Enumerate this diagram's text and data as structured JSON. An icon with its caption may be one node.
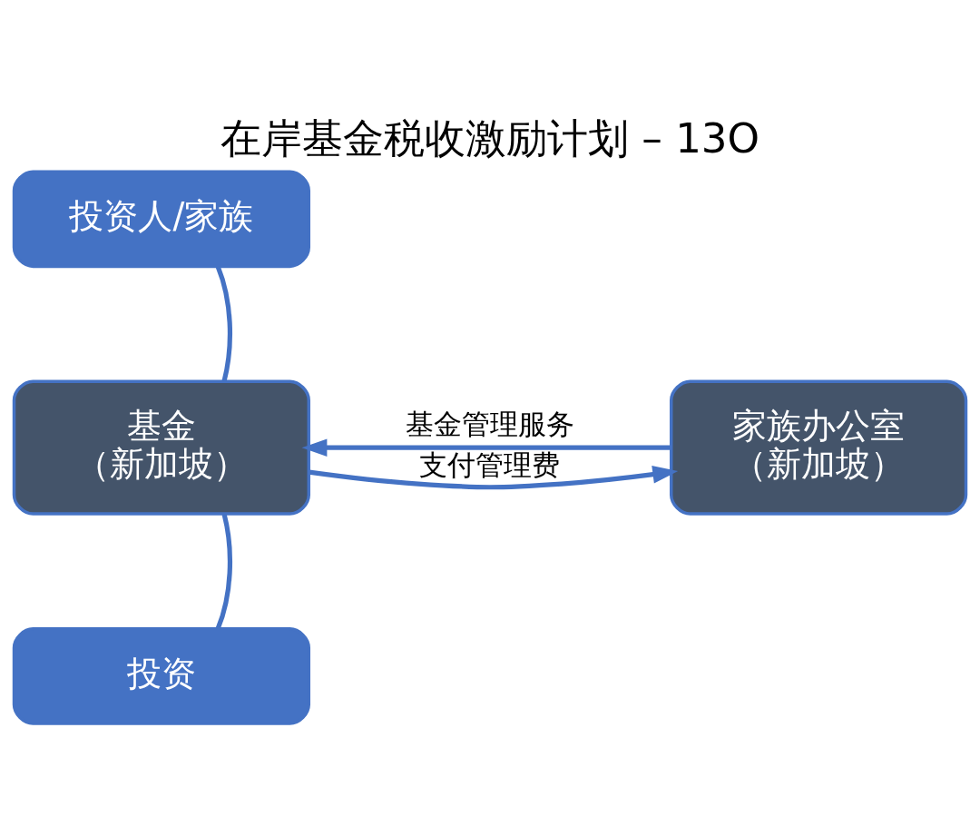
{
  "diagram": {
    "title": "在岸基金税收激励计划 – 13O",
    "nodes": [
      {
        "text": [
          "投资人/家族"
        ]
      },
      {
        "text": [
          "基金",
          "（新加坡）"
        ]
      },
      {
        "text": [
          "家族办公室",
          "（新加坡）"
        ]
      },
      {
        "text": [
          "投资"
        ]
      }
    ],
    "edges": [
      {
        "from": 0,
        "to": 1,
        "arrow": "none"
      },
      {
        "from": 1,
        "to": 2,
        "arrow": "to",
        "label": "支付管理费"
      },
      {
        "from": 2,
        "to": 1,
        "arrow": "to",
        "label": "基金管理服务"
      },
      {
        "from": 3,
        "to": 1,
        "arrow": "none"
      }
    ]
  }
}
